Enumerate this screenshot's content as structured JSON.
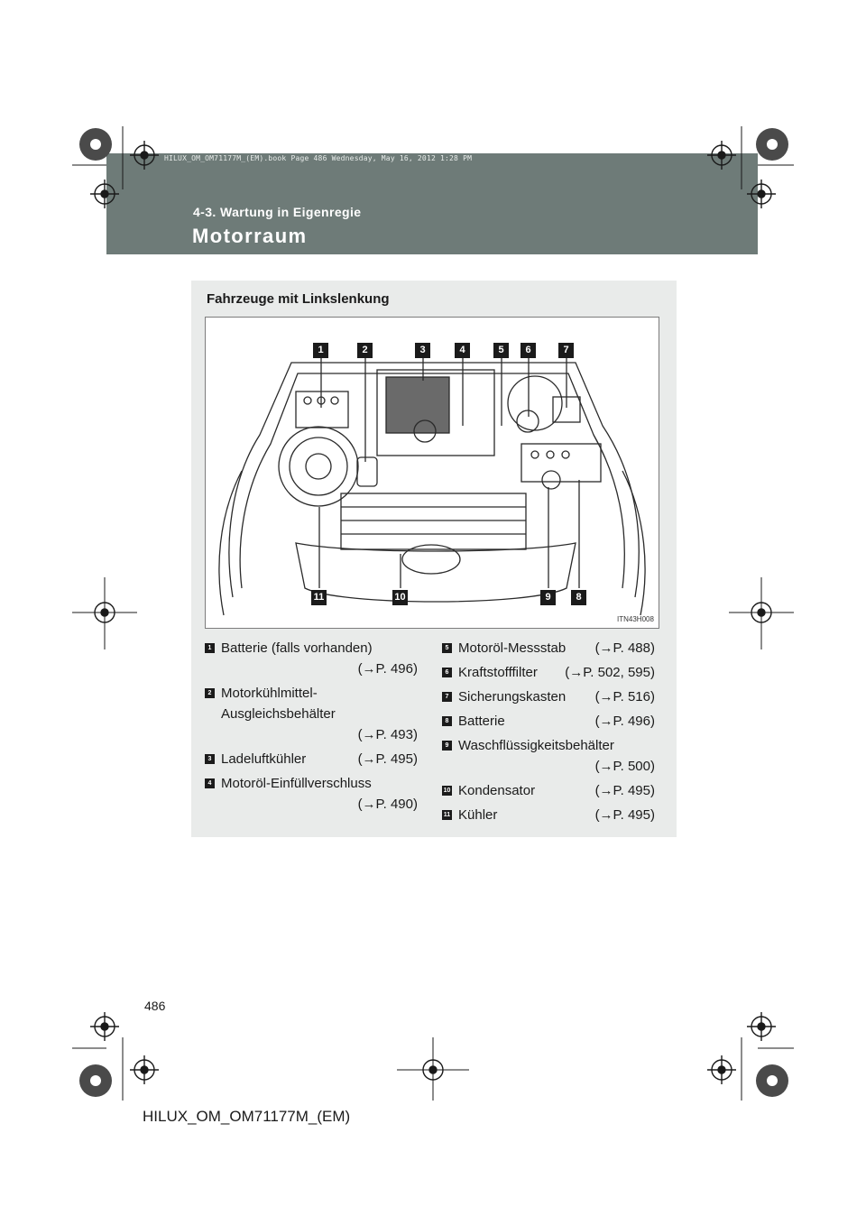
{
  "header": {
    "print_line": "HILUX_OM_OM71177M_(EM).book  Page 486  Wednesday, May 16, 2012  1:28 PM",
    "section": "4-3. Wartung in Eigenregie",
    "title": "Motorraum",
    "band_color": "#6e7b78"
  },
  "panel": {
    "subtitle": "Fahrzeuge mit Linkslenkung",
    "figure_code": "ITN43H008",
    "callouts": [
      "1",
      "2",
      "3",
      "4",
      "5",
      "6",
      "7",
      "8",
      "9",
      "10",
      "11"
    ]
  },
  "legend_left": [
    {
      "num": "1",
      "label": "Batterie (falls vorhanden)",
      "ref": "(→P. 496)",
      "ref_on_own_line": true
    },
    {
      "num": "2",
      "label": "Motorkühlmittel-\nAusgleichsbehälter",
      "ref": "(→P. 493)",
      "ref_on_own_line": true
    },
    {
      "num": "3",
      "label": "Ladeluftkühler",
      "ref": "(→P. 495)",
      "ref_on_own_line": false
    },
    {
      "num": "4",
      "label": "Motoröl-Einfüllverschluss",
      "ref": "(→P. 490)",
      "ref_on_own_line": true
    }
  ],
  "legend_right": [
    {
      "num": "5",
      "label": "Motoröl-Messstab",
      "ref": "(→P. 488)",
      "ref_on_own_line": false
    },
    {
      "num": "6",
      "label": "Kraftstofffilter",
      "ref": "(→P. 502, 595)",
      "ref_on_own_line": false
    },
    {
      "num": "7",
      "label": "Sicherungskasten",
      "ref": "(→P. 516)",
      "ref_on_own_line": false
    },
    {
      "num": "8",
      "label": "Batterie",
      "ref": "(→P. 496)",
      "ref_on_own_line": false
    },
    {
      "num": "9",
      "label": "Waschflüssigkeitsbehälter",
      "ref": "(→P. 500)",
      "ref_on_own_line": true
    },
    {
      "num": "10",
      "label": "Kondensator",
      "ref": "(→P. 495)",
      "ref_on_own_line": false
    },
    {
      "num": "11",
      "label": "Kühler",
      "ref": "(→P. 495)",
      "ref_on_own_line": false
    }
  ],
  "page_number": "486",
  "footer": "HILUX_OM_OM71177M_(EM)",
  "icons": [
    "registration-mark-icon",
    "starburst-mark-icon",
    "crop-mark-icon"
  ]
}
